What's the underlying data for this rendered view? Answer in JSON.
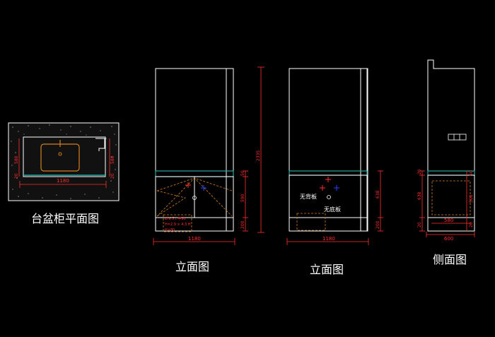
{
  "views": {
    "plan": {
      "caption": "台盆柜平面图",
      "width_dim": "1180",
      "left_dims": [
        "580",
        "20"
      ],
      "right_dims": [
        "580",
        "20"
      ]
    },
    "front": {
      "caption": "立面图",
      "width_dim": "1180",
      "total_height_dim": "2335",
      "right_dims": [
        "50",
        "590",
        "200"
      ],
      "notes": [
        "Ø 6.5 / 中90",
        "H=2.9 × 4.3 H",
        "H×80"
      ]
    },
    "back": {
      "caption": "立面图",
      "width_dim": "1180",
      "right_dims": [
        "638",
        "200"
      ],
      "label_no_back": "无背板",
      "label_no_bottom": "无底板"
    },
    "side": {
      "caption": "侧面图",
      "width_dim": "600",
      "inner_dim": "580",
      "left_dims": [
        "20",
        "638",
        "20"
      ],
      "right_dims": [
        "50",
        "500",
        "20"
      ]
    }
  },
  "colors": {
    "line": "#ffffff",
    "dimension": "#ff3030",
    "accent": "#2aa6a0",
    "basin": "#d08020",
    "blue_mark": "#3040ff"
  }
}
